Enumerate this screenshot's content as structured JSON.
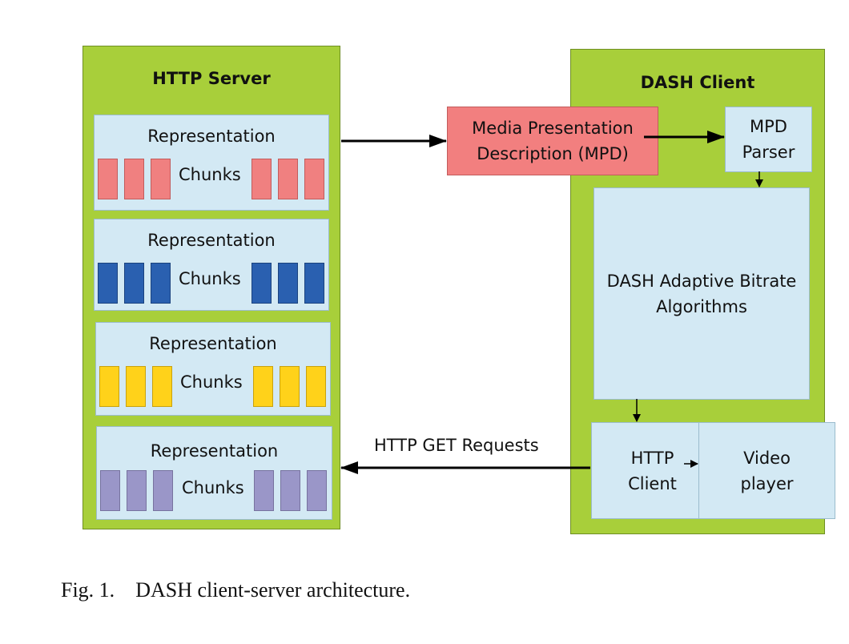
{
  "server": {
    "title": "HTTP Server",
    "representations": [
      {
        "label": "Representation",
        "chunks_label": "Chunks",
        "color": "#f08080",
        "border": "#c25c5c"
      },
      {
        "label": "Representation",
        "chunks_label": "Chunks",
        "color": "#2a60b0",
        "border": "#1b437f"
      },
      {
        "label": "Representation",
        "chunks_label": "Chunks",
        "color": "#ffd21a",
        "border": "#c9a10e"
      },
      {
        "label": "Representation",
        "chunks_label": "Chunks",
        "color": "#9a96c8",
        "border": "#77739f"
      }
    ]
  },
  "client": {
    "title": "DASH Client",
    "mpd_parser": "MPD Parser",
    "abr": "DASH Adaptive Bitrate Algorithms",
    "http_client": "HTTP Client",
    "video_player": "Video player"
  },
  "mpd": {
    "label": "Media Presentation Description (MPD)"
  },
  "requests_label": "HTTP GET Requests",
  "caption": {
    "prefix": "Fig. 1.",
    "text": "DASH client-server architecture."
  },
  "colors": {
    "panel_green": "#a8cf3a",
    "box_blue": "#d3e9f4",
    "mpd_red": "#f27f7f"
  }
}
